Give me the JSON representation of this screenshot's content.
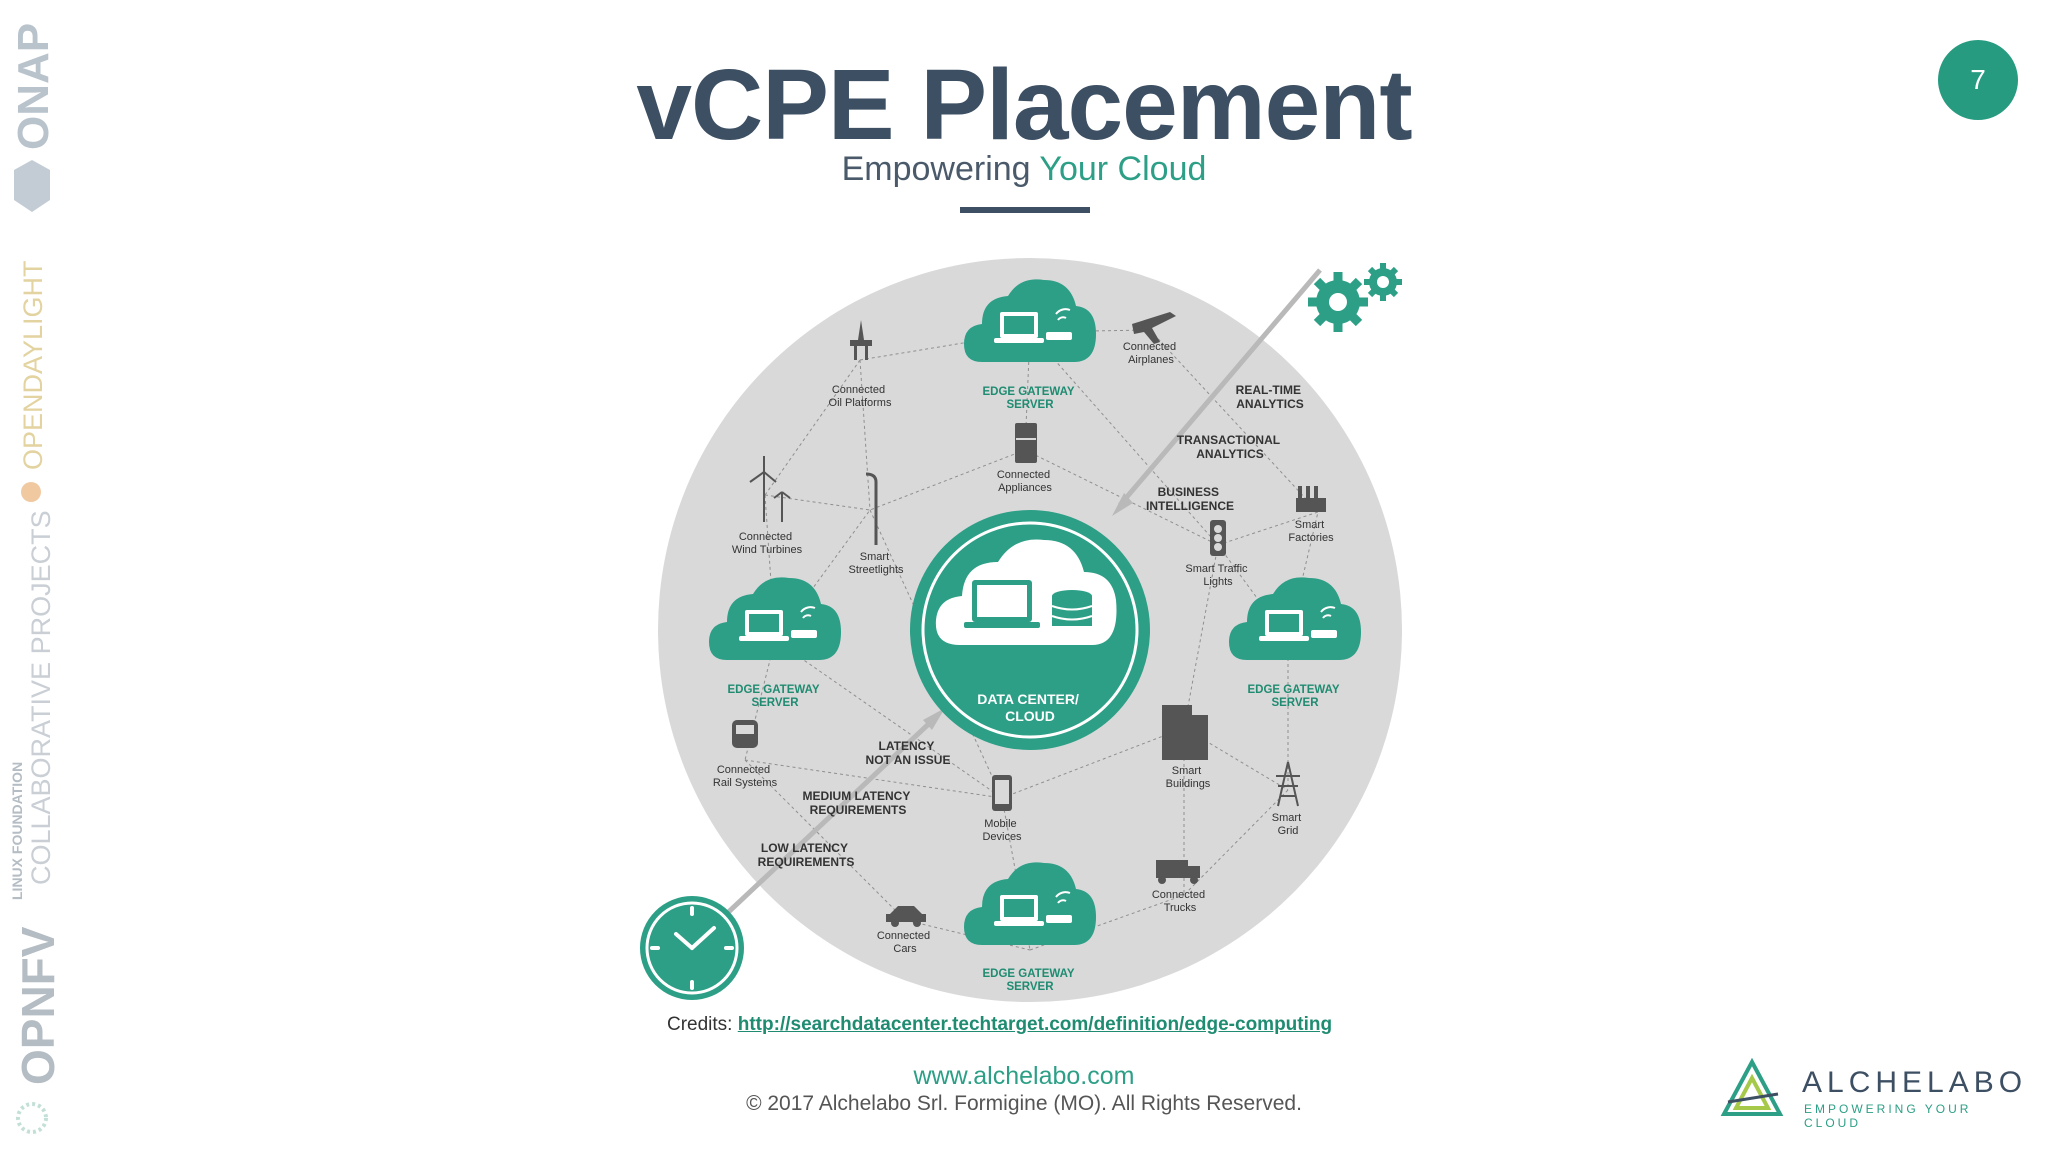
{
  "sidebar": {
    "logos": [
      "ONAP",
      "OPENDAYLIGHT",
      "LINUX FOUNDATION",
      "COLLABORATIVE PROJECTS",
      "OPNFV"
    ]
  },
  "slide": {
    "title": "vCPE Placement",
    "subtitle_prefix": "Empowering ",
    "subtitle_accent": "Your Cloud",
    "page_number": "7"
  },
  "diagram": {
    "center": [
      "DATA CENTER/",
      "CLOUD"
    ],
    "gateways": {
      "top": [
        "EDGE GATEWAY",
        "SERVER"
      ],
      "left": [
        "EDGE GATEWAY",
        "SERVER"
      ],
      "right": [
        "EDGE GATEWAY",
        "SERVER"
      ],
      "bottom": [
        "EDGE GATEWAY",
        "SERVER"
      ]
    },
    "devices": {
      "oil": [
        "Connected",
        "Oil Platforms"
      ],
      "airplanes": [
        "Connected",
        "Airplanes"
      ],
      "appliances": [
        "Connected",
        "Appliances"
      ],
      "turbines": [
        "Connected",
        "Wind Turbines"
      ],
      "streetlights": [
        "Smart",
        "Streetlights"
      ],
      "factories": [
        "Smart",
        "Factories"
      ],
      "traffic": [
        "Smart Traffic",
        "Lights"
      ],
      "rail": [
        "Connected",
        "Rail Systems"
      ],
      "buildings": [
        "Smart",
        "Buildings"
      ],
      "grid": [
        "Smart",
        "Grid"
      ],
      "mobile": [
        "Mobile",
        "Devices"
      ],
      "trucks": [
        "Connected",
        "Trucks"
      ],
      "cars": [
        "Connected",
        "Cars"
      ]
    },
    "analytics": {
      "realtime": [
        "REAL-TIME",
        "ANALYTICS"
      ],
      "transactional": [
        "TRANSACTIONAL",
        "ANALYTICS"
      ],
      "bi": [
        "BUSINESS",
        "INTELLIGENCE"
      ]
    },
    "latency": {
      "none": [
        "LATENCY",
        "NOT AN ISSUE"
      ],
      "medium": [
        "MEDIUM LATENCY",
        "REQUIREMENTS"
      ],
      "low": [
        "LOW LATENCY",
        "REQUIREMENTS"
      ]
    }
  },
  "credits": {
    "label": "Credits: ",
    "url": "http://searchdatacenter.techtarget.com/definition/edge-computing"
  },
  "footer": {
    "website": "www.alchelabo.com",
    "copyright": "© 2017 Alchelabo Srl. Formigine (MO). All Rights Reserved."
  },
  "brand": {
    "name": "ALCHELABO",
    "tagline": "EMPOWERING YOUR CLOUD"
  },
  "colors": {
    "accent": "#2c9f86",
    "dark": "#3d4f63",
    "circle": "#d9d9d9"
  }
}
